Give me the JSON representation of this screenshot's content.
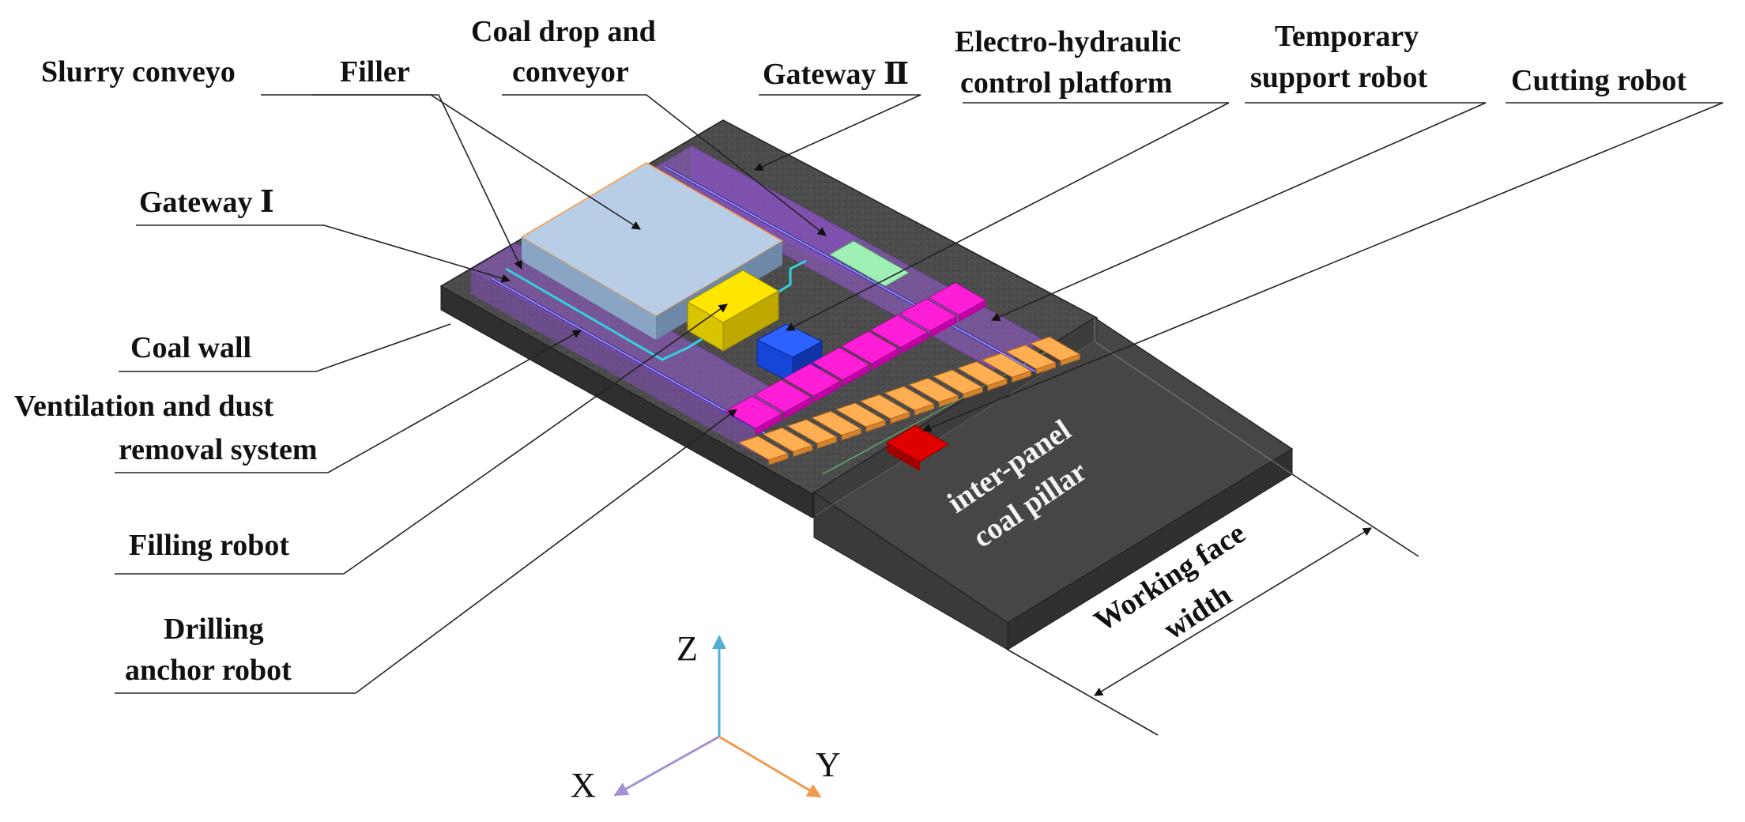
{
  "labels": {
    "slurry_conveyor": "Slurry conveyo",
    "filler": "Filler",
    "coal_drop_1": "Coal drop and",
    "coal_drop_2": "conveyor",
    "gateway_2": "Gateway Ⅱ",
    "ehcp_1": "Electro-hydraulic",
    "ehcp_2": "control platform",
    "tsr_1": "Temporary",
    "tsr_2": "support robot",
    "cutting_robot": "Cutting robot",
    "gateway_1": "Gateway Ⅰ",
    "coal_wall": "Coal wall",
    "vent_1": "Ventilation and dust",
    "vent_2": "removal system",
    "filling_robot": "Filling robot",
    "drill_1": "Drilling",
    "drill_2": "anchor robot",
    "pillar_1": "inter-panel",
    "pillar_2": "coal pillar",
    "width_1": "Working face",
    "width_2": "width"
  },
  "axes": {
    "x": "X",
    "y": "Y",
    "z": "Z"
  },
  "colors": {
    "coal": "#4a4a4a",
    "coal_dark": "#2e2e2e",
    "pillar": "#3c3c3c",
    "gateway": "#9b5fd6",
    "filler": "#b8cde6",
    "yellow": "#ffe600",
    "blue": "#1646d8",
    "magenta": "#ff1ed8",
    "orange": "#ffae52",
    "green": "#9ff0b4",
    "red": "#e00000",
    "axis_z": "#4fb0d4",
    "axis_x": "#a58fd4",
    "axis_y": "#f29a4c"
  }
}
